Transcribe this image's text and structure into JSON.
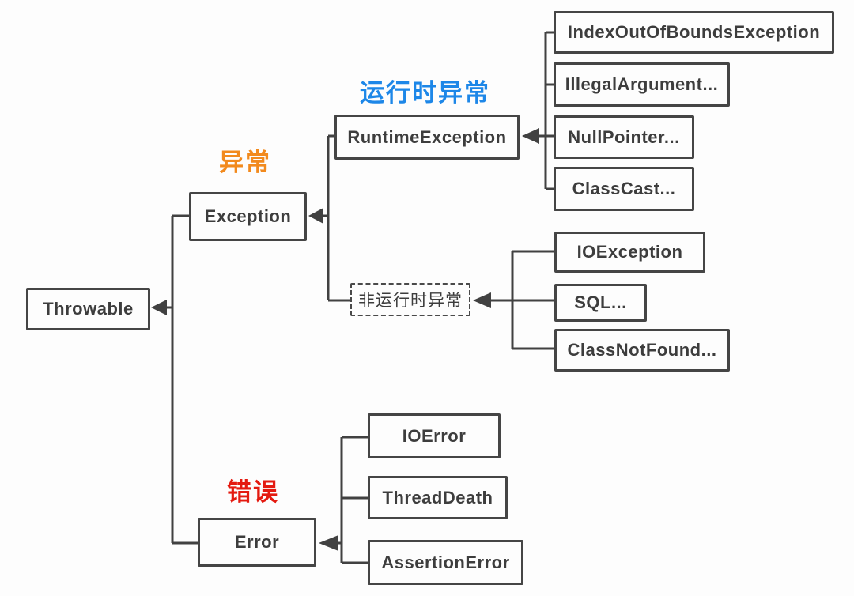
{
  "nodes": {
    "throwable": "Throwable",
    "exception": "Exception",
    "runtime_exception": "RuntimeException",
    "non_runtime_exception": "非运行时异常",
    "index_out_of_bounds": "IndexOutOfBoundsException",
    "illegal_argument": "IllegalArgument...",
    "null_pointer": "NullPointer...",
    "class_cast": "ClassCast...",
    "io_exception": "IOException",
    "sql": "SQL...",
    "class_not_found": "ClassNotFound...",
    "io_error": "IOError",
    "thread_death": "ThreadDeath",
    "assertion_error": "AssertionError",
    "error": "Error"
  },
  "annotations": {
    "exception_group": "异常",
    "runtime_group": "运行时异常",
    "error_group": "错误"
  },
  "colors": {
    "exception_group_label": "#f28a1d",
    "runtime_group_label": "#1d87e8",
    "error_group_label": "#e41a10",
    "line": "#414141",
    "box_border": "#454545",
    "box_text": "#3d3d3d",
    "background": "#fdfdfd"
  }
}
